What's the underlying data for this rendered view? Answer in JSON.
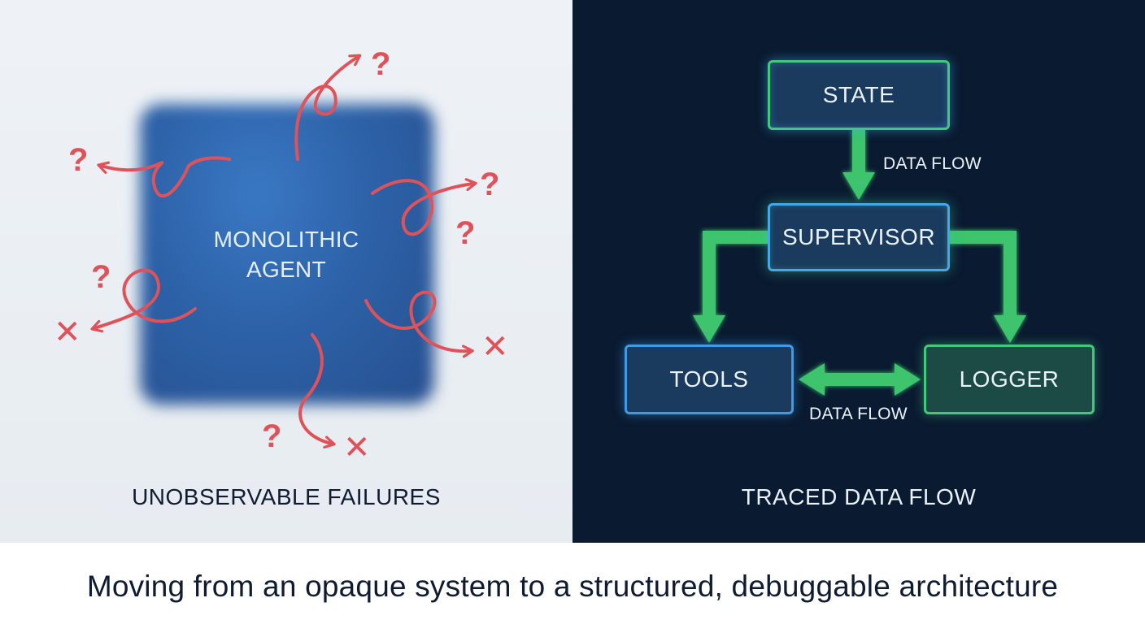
{
  "left_panel": {
    "block_label_line1": "MONOLITHIC",
    "block_label_line2": "AGENT",
    "caption": "UNOBSERVABLE FAILURES",
    "scribble_icons": {
      "question": "?",
      "cross": "✕"
    }
  },
  "right_panel": {
    "caption": "TRACED DATA FLOW",
    "nodes": {
      "state": "STATE",
      "supervisor": "SUPERVISOR",
      "tools": "TOOLS",
      "logger": "LOGGER"
    },
    "flow_label_top": "DATA FLOW",
    "flow_label_bottom": "DATA FLOW"
  },
  "footer": {
    "text": "Moving from an opaque system to a structured, debuggable architecture"
  },
  "colors": {
    "left_background": "#eef2f6",
    "right_background": "#0a1a30",
    "agent_block": "#2d62a8",
    "failure_red": "#e0525a",
    "flow_green": "#3ec46d",
    "node_blue_border": "#45a6e8",
    "node_green_border": "#43c877",
    "text_dark": "#0f1b30",
    "text_light": "#eaf2fb"
  }
}
